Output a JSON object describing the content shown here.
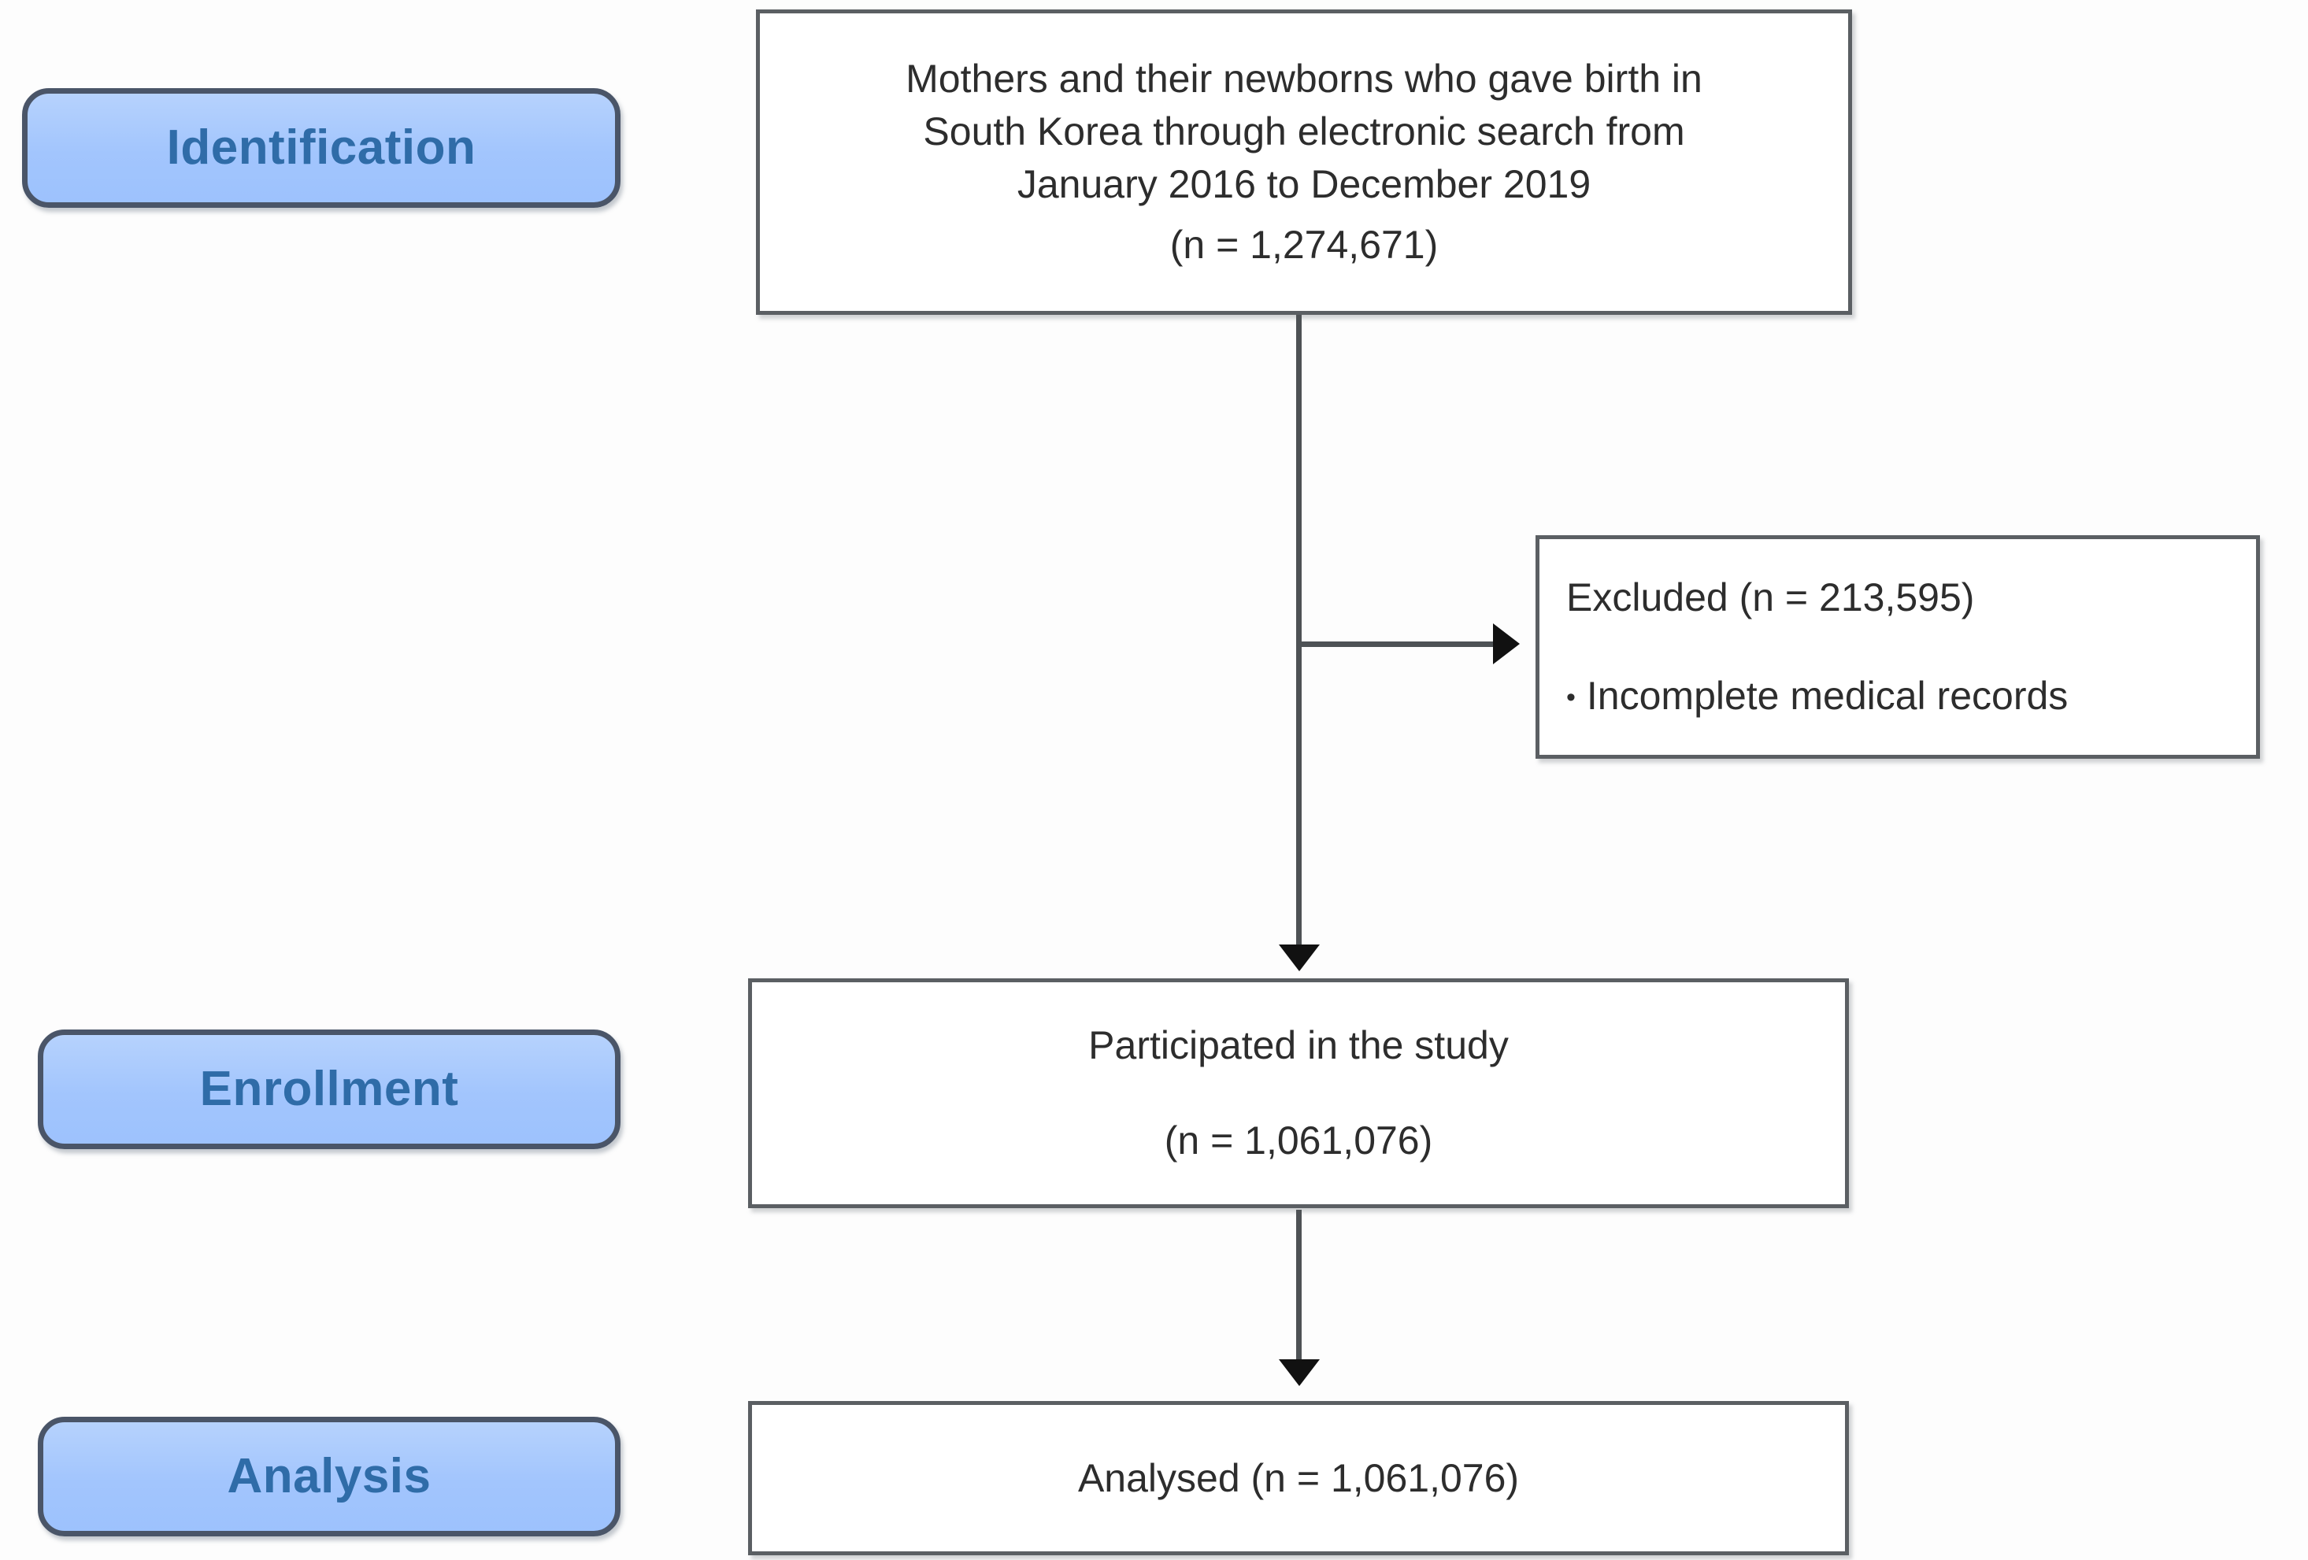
{
  "figure": {
    "type": "prisma-flow-diagram",
    "accent_blue": "#a2c5fd",
    "pill_border": "#4a5568",
    "pill_text_color": "#2f6ca8",
    "box_border": "#5b5f63",
    "box_text_color": "#2d2d2d",
    "arrow_color": "#111111"
  },
  "stages": {
    "identification": "Identification",
    "enrollment": "Enrollment",
    "analysis": "Analysis"
  },
  "boxes": {
    "identification": {
      "lines": [
        "Mothers and their newborns who gave birth in",
        "South Korea through electronic search from",
        "January 2016 to December 2019"
      ],
      "count_line": "(n = 1,274,671)",
      "n": 1274671
    },
    "excluded": {
      "heading": "Excluded (n = 213,595)",
      "n": 213595,
      "bullet_marker": "•",
      "reasons": [
        "Incomplete medical records"
      ]
    },
    "enrollment": {
      "title": "Participated in the study",
      "count_line": "(n = 1,061,076)",
      "n": 1061076
    },
    "analysis": {
      "title": "Analysed (n = 1,061,076)",
      "n": 1061076
    }
  },
  "connectors": [
    {
      "name": "identification-to-enrollment",
      "direction": "down",
      "arrowhead": true
    },
    {
      "name": "identification-to-excluded",
      "direction": "right",
      "arrowhead": true
    },
    {
      "name": "enrollment-to-analysis",
      "direction": "down",
      "arrowhead": true
    }
  ]
}
